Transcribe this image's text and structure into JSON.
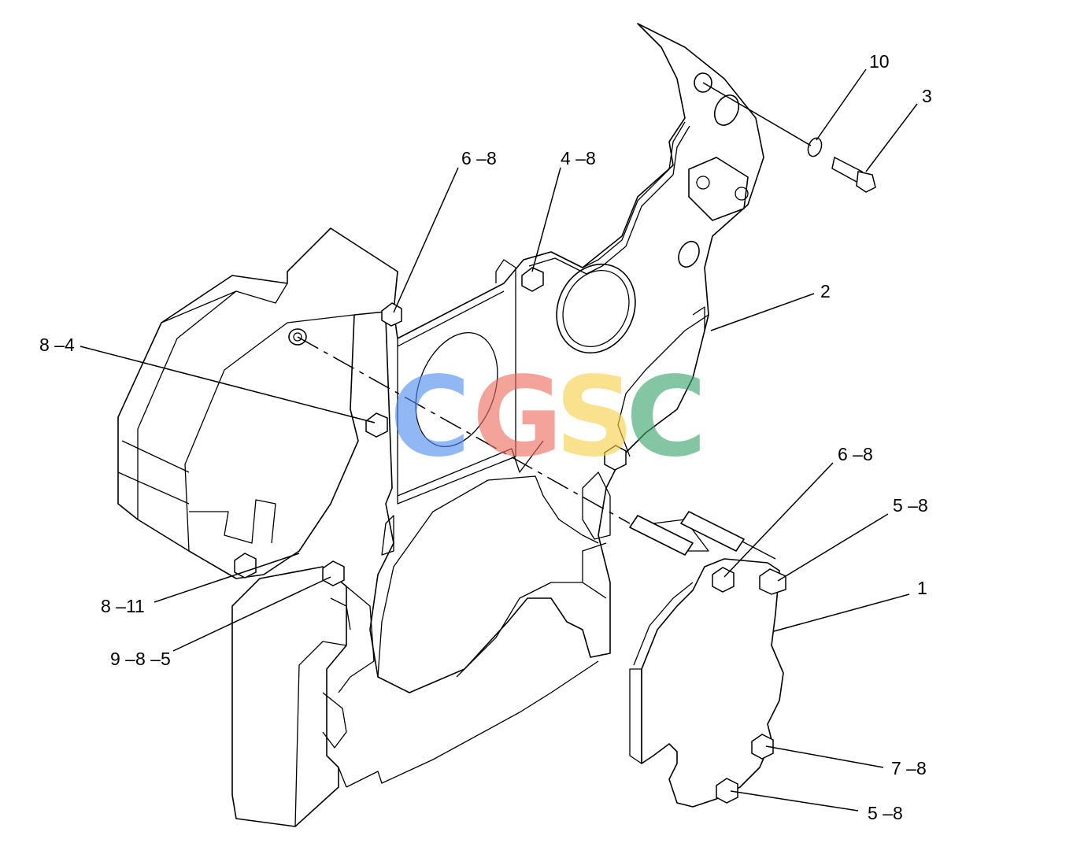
{
  "callouts": [
    {
      "id": "c10",
      "label": "10"
    },
    {
      "id": "c3",
      "label": "3"
    },
    {
      "id": "c6-8-top",
      "label": "6 –8"
    },
    {
      "id": "c4-8",
      "label": "4 –8"
    },
    {
      "id": "c2",
      "label": "2"
    },
    {
      "id": "c8-4",
      "label": "8 –4"
    },
    {
      "id": "c6-8-right",
      "label": "6 –8"
    },
    {
      "id": "c5-8-top",
      "label": "5 –8"
    },
    {
      "id": "c1",
      "label": "1"
    },
    {
      "id": "c8-11",
      "label": "8 –11"
    },
    {
      "id": "c9-8-5",
      "label": "9 –8 –5"
    },
    {
      "id": "c7-8",
      "label": "7 –8"
    },
    {
      "id": "c5-8-bottom",
      "label": "5 –8"
    }
  ],
  "watermark": {
    "text": "CGSC",
    "letters": [
      "C",
      "G",
      "S",
      "C"
    ],
    "colors": [
      "#4f8ef0",
      "#ee6b5e",
      "#f7cf4a",
      "#3aa36b"
    ]
  }
}
